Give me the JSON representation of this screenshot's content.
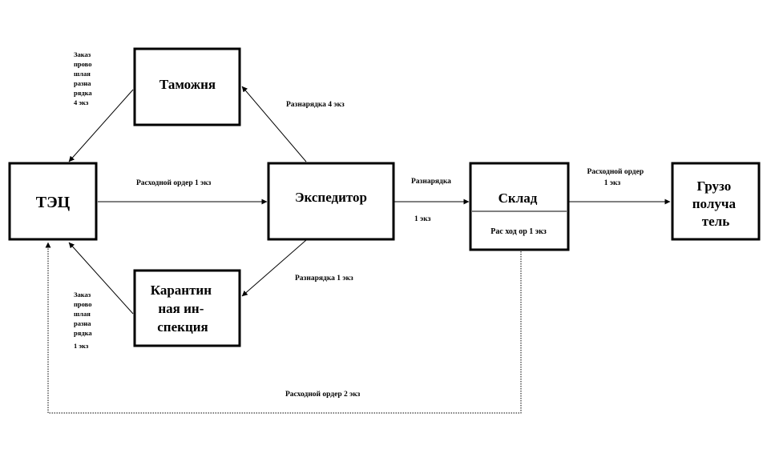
{
  "nodes": {
    "tec": {
      "title": [
        "ТЭЦ"
      ]
    },
    "customs": {
      "title": [
        "Таможня"
      ]
    },
    "expeditor": {
      "title": [
        "Экспедитор"
      ]
    },
    "quarantine": {
      "title": [
        "Карантин",
        "ная ин-",
        "спекция"
      ]
    },
    "warehouse": {
      "title": [
        "Склад"
      ],
      "sub": "Рас ход ор 1 экз"
    },
    "recipient": {
      "title": [
        "Грузо",
        "получа",
        "тель"
      ]
    }
  },
  "edges": {
    "tec_to_expeditor": [
      "Расходной ордер 1 экз"
    ],
    "expeditor_to_customs": [
      "Разнарядка 4 экз"
    ],
    "customs_to_tec": [
      "Заказ",
      "прово",
      "шлая",
      "разна",
      "рядка",
      "4 экз"
    ],
    "expeditor_to_quarantine": [
      "Разнарядка 1 экз"
    ],
    "quarantine_to_tec": [
      "Заказ",
      "прово",
      "шлая",
      "разна",
      "рядка",
      "1 экз"
    ],
    "expeditor_to_warehouse_top": [
      "Разнарядка"
    ],
    "expeditor_to_warehouse_bottom": [
      "1 экз"
    ],
    "warehouse_to_recipient": [
      "Расходной ордер",
      "1 экз"
    ],
    "warehouse_to_tec": [
      "Расходной ордер 2 экз"
    ]
  }
}
